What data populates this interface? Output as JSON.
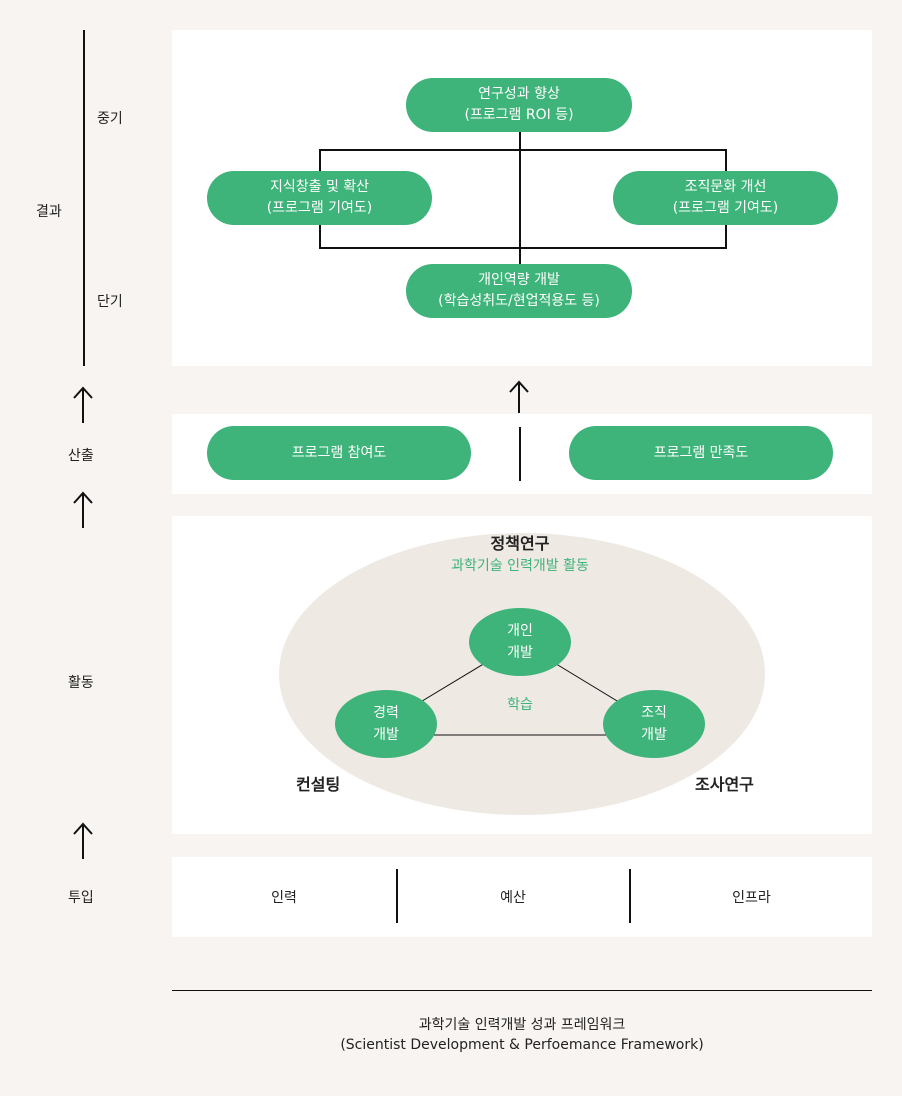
{
  "left_labels": {
    "result": "결과",
    "mid_term": "중기",
    "short_term": "단기",
    "output": "산출",
    "activity": "활동",
    "input": "투입"
  },
  "outcome": {
    "top": {
      "line1": "연구성과 향상",
      "line2": "(프로그램 ROI 등)"
    },
    "left": {
      "line1": "지식창출 및 확산",
      "line2": "(프로그램 기여도)"
    },
    "right": {
      "line1": "조직문화 개선",
      "line2": "(프로그램 기여도)"
    },
    "bottom": {
      "line1": "개인역량 개발",
      "line2": "(학습성취도/현업적용도 등)"
    }
  },
  "output": {
    "left": "프로그램 참여도",
    "right": "프로그램 만족도"
  },
  "activity": {
    "policy_research": "정책연구",
    "subtitle": "과학기술 인력개발 활동",
    "learning": "학습",
    "consulting": "컨설팅",
    "survey_research": "조사연구",
    "nodes": {
      "individual": {
        "line1": "개인",
        "line2": "개발"
      },
      "career": {
        "line1": "경력",
        "line2": "개발"
      },
      "organization": {
        "line1": "조직",
        "line2": "개발"
      }
    }
  },
  "input": {
    "items": [
      "인력",
      "예산",
      "인프라"
    ]
  },
  "caption": {
    "line1": "과학기술 인력개발 성과 프레임워크",
    "line2": "(Scientist Development & Perfoemance Framework)"
  },
  "colors": {
    "accent_green": "#3eb37a",
    "ellipse_fill": "#efe9e4",
    "page_bg": "#f8f4f1"
  }
}
